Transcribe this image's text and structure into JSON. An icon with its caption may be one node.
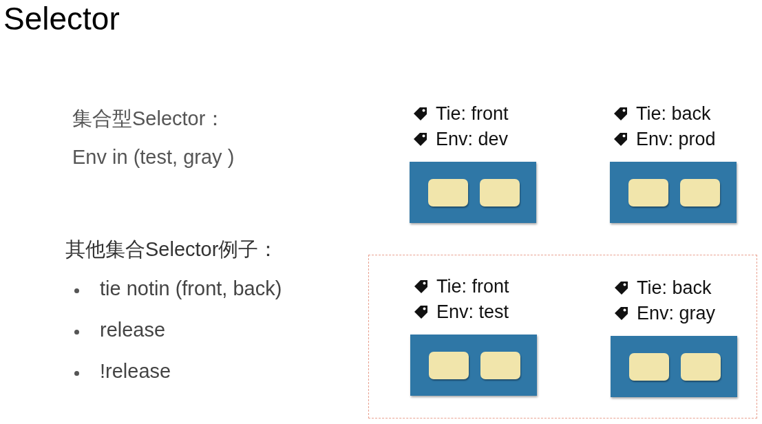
{
  "diagram": {
    "title": "Selector",
    "nodes": [
      {
        "text": [
          "Tie: front",
          "Env: dev"
        ]
      },
      {
        "text": [],
        "shape": "box",
        "in": 0
      },
      {
        "text": [],
        "shape": "box",
        "in": 0
      },
      {
        "text": [
          "Tie: back",
          "Env: prod"
        ]
      },
      {
        "text": [],
        "shape": "box",
        "in": 3
      },
      {
        "text": [],
        "shape": "box",
        "in": 3
      },
      {
        "text": [],
        "shape": "box"
      },
      {
        "text": [
          "Tie: front",
          "Env: test"
        ],
        "in": 6
      },
      {
        "text": [],
        "shape": "box",
        "in": 7
      },
      {
        "text": [],
        "shape": "box",
        "in": 7
      },
      {
        "text": [
          "Tie: back",
          "Env: gray"
        ],
        "in": 6
      },
      {
        "text": [],
        "shape": "box",
        "in": 10
      },
      {
        "text": [],
        "shape": "box",
        "in": 10
      }
    ],
    "labels": [
      "集合型Selector：",
      "Env in (test, gray )",
      "其他集合Selector例子：",
      "tie notin (front, back)",
      "release",
      "!release"
    ]
  }
}
